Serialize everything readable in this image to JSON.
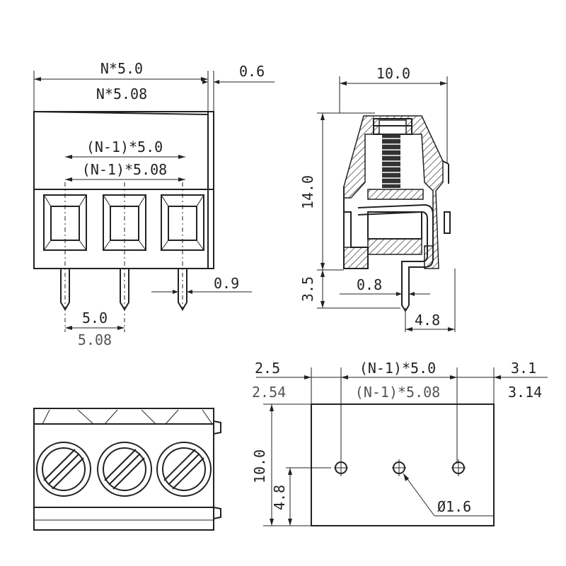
{
  "front_view": {
    "total_width_50": "N*5.0",
    "total_width_508": "N*5.08",
    "offset": "0.6",
    "pitch_total_50": "(N-1)*5.0",
    "pitch_total_508": "(N-1)*5.08",
    "pin_width": "0.9",
    "pitch_50": "5.0",
    "pitch_508": "5.08"
  },
  "side_view": {
    "width": "10.0",
    "height": "14.0",
    "pin_length": "3.5",
    "pin_thickness": "0.8",
    "pin_offset": "4.8"
  },
  "footprint": {
    "left_margin_50": "2.5",
    "left_margin_508": "2.54",
    "pitch_total_50": "(N-1)*5.0",
    "pitch_total_508": "(N-1)*5.08",
    "right_margin_50": "3.1",
    "right_margin_508": "3.14",
    "depth": "10.0",
    "hole_row_offset": "4.8",
    "hole_diameter": "Ø1.6"
  }
}
